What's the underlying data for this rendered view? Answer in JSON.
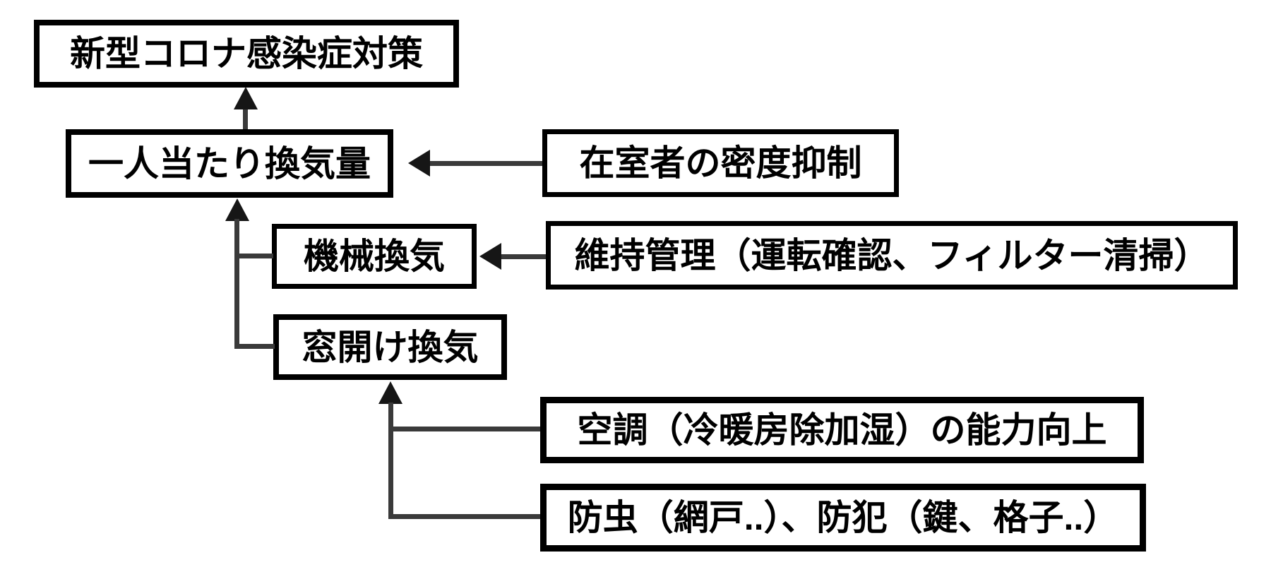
{
  "diagram": {
    "type": "flowchart",
    "language": "ja",
    "nodes": {
      "covid_countermeasures": {
        "label": "新型コロナ感染症対策"
      },
      "ventilation_per_person": {
        "label": "一人当たり換気量"
      },
      "occupant_density_control": {
        "label": "在室者の密度抑制"
      },
      "mechanical_ventilation": {
        "label": "機械換気"
      },
      "maintenance": {
        "label": "維持管理（運転確認、フィルター清掃）"
      },
      "window_ventilation": {
        "label": "窓開け換気"
      },
      "aircon_capacity": {
        "label": "空調（冷暖房除加湿）の能力向上"
      },
      "insect_crime_prevention": {
        "label": "防虫（網戸..）、防犯（鍵、格子..）"
      }
    },
    "edges": [
      {
        "from": "ventilation_per_person",
        "to": "covid_countermeasures",
        "arrow": "up"
      },
      {
        "from": "occupant_density_control",
        "to": "ventilation_per_person",
        "arrow": "left"
      },
      {
        "from": "mechanical_ventilation",
        "to": "ventilation_per_person",
        "arrow": "up"
      },
      {
        "from": "window_ventilation",
        "to": "ventilation_per_person",
        "arrow": "up"
      },
      {
        "from": "maintenance",
        "to": "mechanical_ventilation",
        "arrow": "left"
      },
      {
        "from": "aircon_capacity",
        "to": "window_ventilation",
        "arrow": "up"
      },
      {
        "from": "insect_crime_prevention",
        "to": "window_ventilation",
        "arrow": "up"
      }
    ],
    "colors": {
      "background": "#ffffff",
      "box_border": "#000000",
      "box_fill": "#ffffff",
      "text": "#000000",
      "connector": "#3a3a3a",
      "arrowhead": "#161616"
    }
  }
}
